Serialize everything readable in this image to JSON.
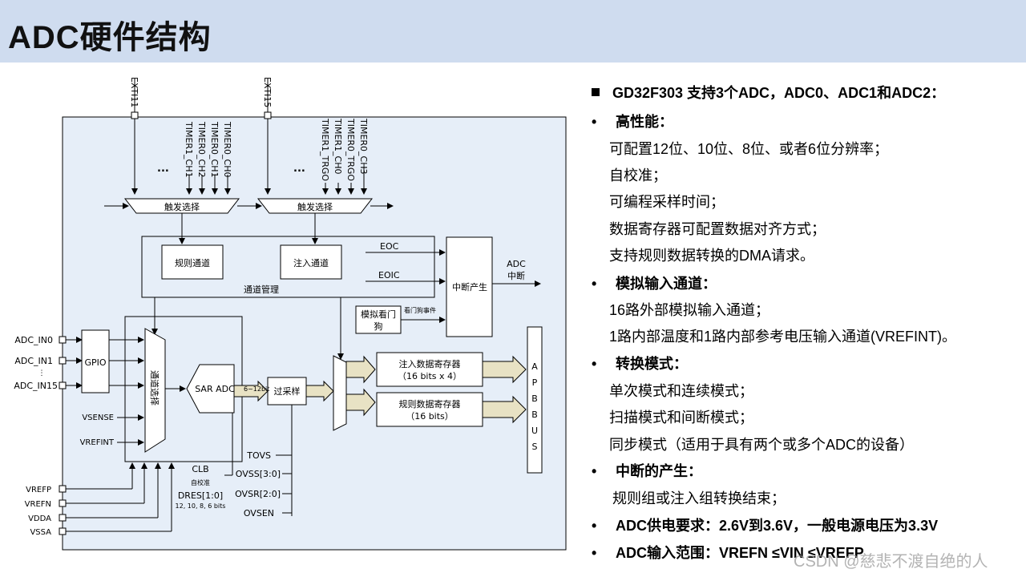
{
  "header": {
    "title": "ADC硬件结构"
  },
  "diagram": {
    "exti11": "EXTI11",
    "exti15": "EXTI15",
    "trig_left": [
      "TIMER1_CH1",
      "TIMER0_CH2",
      "TIMER0_CH1",
      "TIMER0_CH0"
    ],
    "trig_right": [
      "TIMER1_TRGO",
      "TIMER1_CH0",
      "TIMER0_TRGO",
      "TIMER0_CH3"
    ],
    "ellipsis": "...",
    "trigger_select": "触发选择",
    "regular_channel": "规则通道",
    "inject_channel": "注入通道",
    "channel_mgmt": "通道管理",
    "eoc": "EOC",
    "eoic": "EOIC",
    "interrupt_gen": "中断产生",
    "adc_int_1": "ADC",
    "adc_int_2": "中断",
    "watchdog_1": "模拟看门",
    "watchdog_2": "狗",
    "watchdog_event": "看门狗事件",
    "adc_in0": "ADC_IN0",
    "adc_in1": "ADC_IN1",
    "adc_in15": "ADC_IN15",
    "gpio": "GPIO",
    "vsense": "VSENSE",
    "vrefint": "VREFINT",
    "channel_select": "通道选择",
    "sar_adc": "SAR ADC",
    "bits_label": "6~12bit",
    "oversample": "过采样",
    "inject_reg_1": "注入数据寄存器",
    "inject_reg_2": "（16 bits x 4）",
    "regular_reg_1": "规则数据寄存器",
    "regular_reg_2": "（16 bits）",
    "apb_bus": [
      "A",
      "P",
      "B",
      "B",
      "U",
      "S"
    ],
    "tovs": "TOVS",
    "ovss": "OVSS[3:0]",
    "ovsr": "OVSR[2:0]",
    "ovsen": "OVSEN",
    "clb": "CLB",
    "self_cal": "自校准",
    "dres": "DRES[1:0]",
    "dres_opts": "12, 10, 8, 6 bits",
    "vrefp": "VREFP",
    "vrefn": "VREFN",
    "vdda": "VDDA",
    "vssa": "VSSA"
  },
  "bullets": {
    "main": "GD32F303 支持3个ADC，ADC0、ADC1和ADC2：",
    "dot": "•",
    "perf_title": "高性能：",
    "perf_items": [
      "可配置12位、10位、8位、或者6位分辨率；",
      "自校准；",
      "可编程采样时间；",
      "数据寄存器可配置数据对齐方式；",
      "支持规则数据转换的DMA请求。"
    ],
    "analog_title": "模拟输入通道：",
    "analog_items": [
      "16路外部模拟输入通道；",
      "1路内部温度和1路内部参考电压输入通道(VREFINT)。"
    ],
    "mode_title": "转换模式：",
    "mode_items": [
      "单次模式和连续模式；",
      "扫描模式和间断模式；",
      "同步模式（适用于具有两个或多个ADC的设备）"
    ],
    "int_title": "中断的产生：",
    "int_items": [
      "规则组或注入组转换结束；"
    ],
    "power": "ADC供电要求：2.6V到3.6V，一般电源电压为3.3V",
    "range": "ADC输入范围：VREFN ≤VIN ≤VREFP"
  },
  "watermark": "CSDN @慈悲不渡自绝的人"
}
